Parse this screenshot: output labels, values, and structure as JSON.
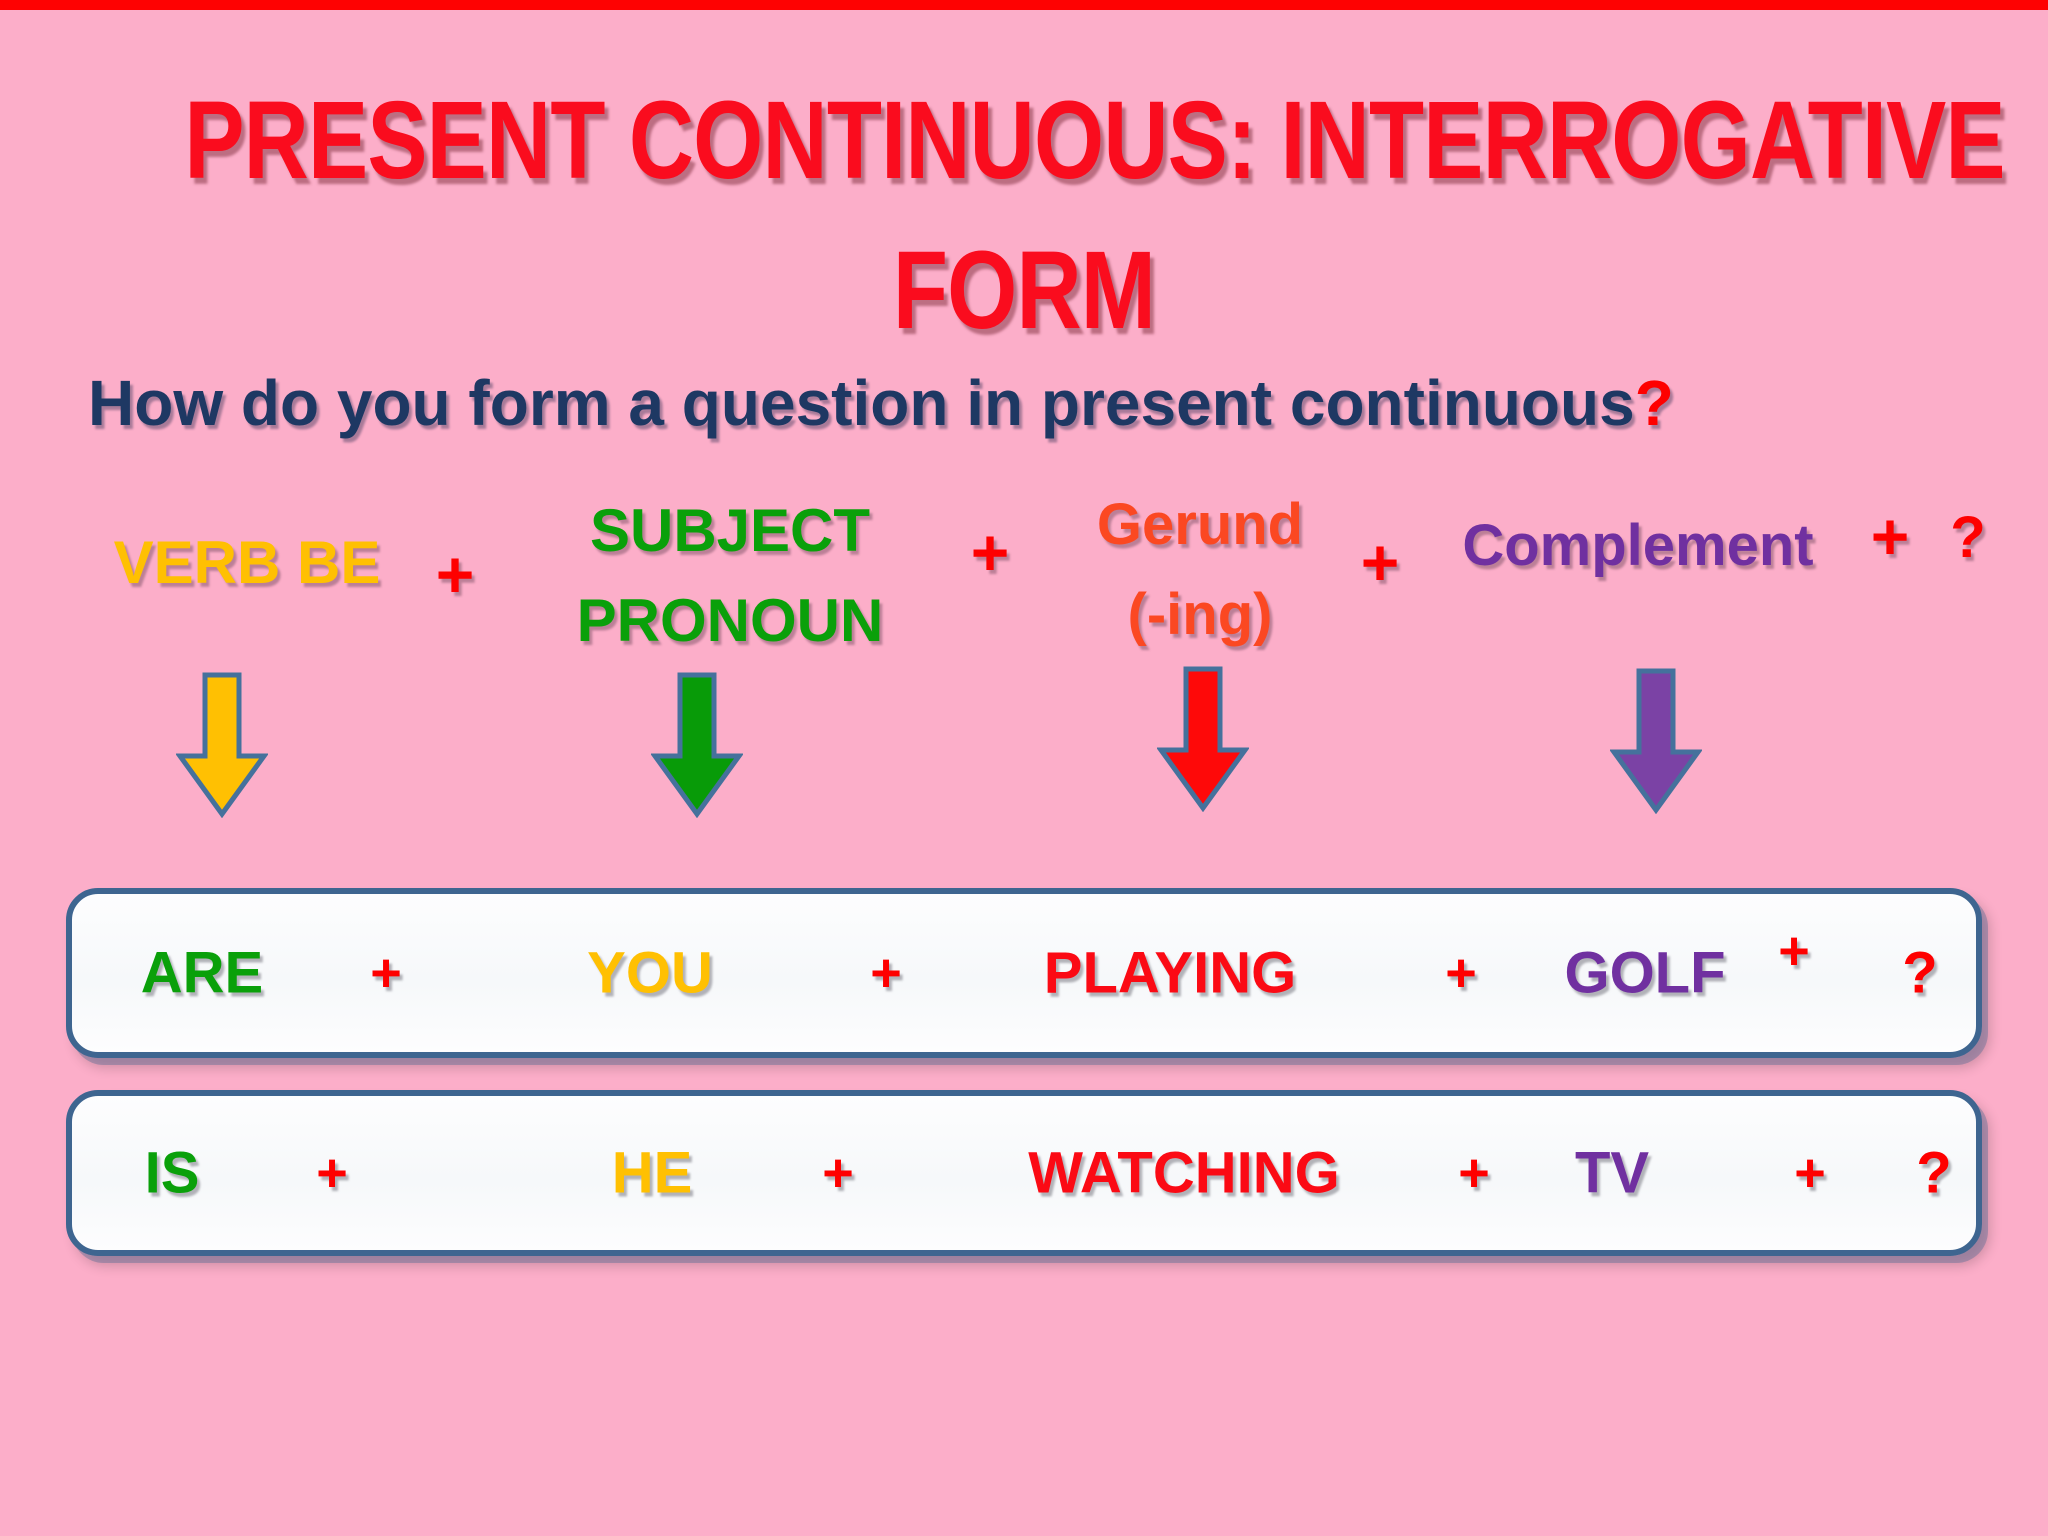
{
  "title": {
    "line1": "PRESENT CONTINUOUS: INTERROGATIVE",
    "line2": "FORM"
  },
  "subtitle": {
    "text": "How do you form a question in present continuous",
    "question_mark": "?"
  },
  "symbols": {
    "plus": "+",
    "question_mark": "?"
  },
  "formula": {
    "verb_be": "VERB BE",
    "subject_line1": "SUBJECT",
    "subject_line2": "PRONOUN",
    "gerund_line1": "Gerund",
    "gerund_line2": "(-ing)",
    "complement": "Complement"
  },
  "arrows": [
    {
      "name": "verb-be-arrow",
      "color": "#FFC002"
    },
    {
      "name": "subject-arrow",
      "color": "#089B08"
    },
    {
      "name": "gerund-arrow",
      "color": "#FE0909"
    },
    {
      "name": "complement-arrow",
      "color": "#7B42A5"
    }
  ],
  "examples": [
    {
      "verb_be": "ARE",
      "subject": "YOU",
      "gerund": "PLAYING",
      "complement": "GOLF"
    },
    {
      "verb_be": "IS",
      "subject": "HE",
      "gerund": "WATCHING",
      "complement": "TV"
    }
  ],
  "colors": {
    "background": "#FCAEC9",
    "top_strip": "#FE0202",
    "title": "#FA0C1E",
    "subtitle": "#1E3863",
    "verb_be": "#FFC002",
    "subject_pronoun": "#0AA00A",
    "gerund_formula": "#FB4822",
    "gerund_example": "#FB0A14",
    "complement": "#7030A0",
    "plus_and_question": "#FE0000",
    "arrow_outline": "#45719C",
    "box_border": "#3E6590",
    "box_background": "#FDFDFE"
  }
}
